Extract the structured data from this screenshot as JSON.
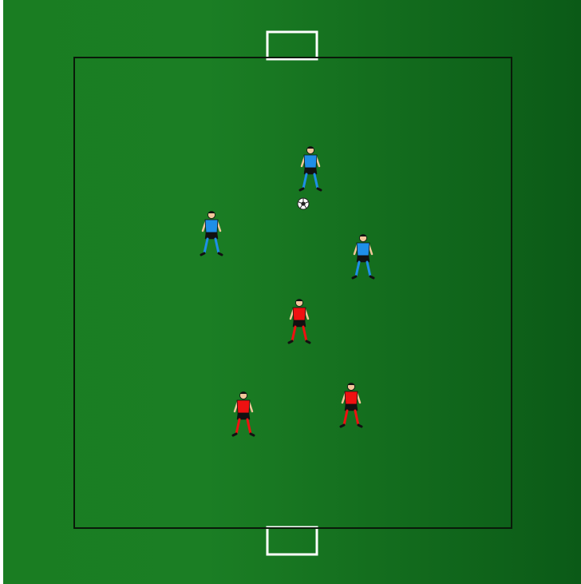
{
  "colors": {
    "grass_light": "#1a7d22",
    "grass_dark": "#0b5a17",
    "line": "#0a1a0a",
    "goal": "#ffffff",
    "team_blue": "#1e8fe8",
    "team_red": "#ee1111",
    "shorts": "#111111",
    "ball": "#ffffff"
  },
  "players": [
    {
      "team": "blue",
      "role": "ball-carrier"
    },
    {
      "team": "blue",
      "role": "player"
    },
    {
      "team": "blue",
      "role": "player"
    },
    {
      "team": "red",
      "role": "player"
    },
    {
      "team": "red",
      "role": "player"
    },
    {
      "team": "red",
      "role": "player"
    }
  ],
  "ball_icon": "soccer-ball-icon"
}
